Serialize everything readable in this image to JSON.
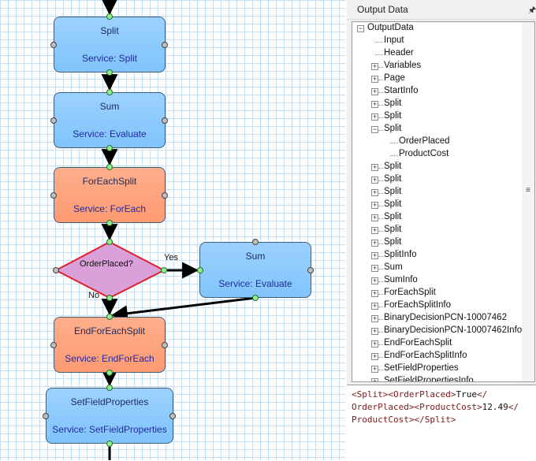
{
  "panel": {
    "title": "Output Data",
    "pin_icon": "pin-icon"
  },
  "flow": {
    "nodes": [
      {
        "key": "split",
        "title": "Split",
        "service": "Service: Split"
      },
      {
        "key": "sum",
        "title": "Sum",
        "service": "Service: Evaluate"
      },
      {
        "key": "foreach",
        "title": "ForEachSplit",
        "service": "Service: ForEach"
      },
      {
        "key": "decision",
        "title": "OrderPlaced?"
      },
      {
        "key": "sum2",
        "title": "Sum",
        "service": "Service: Evaluate"
      },
      {
        "key": "endforeach",
        "title": "EndForEachSplit",
        "service": "Service: EndForEach"
      },
      {
        "key": "setfield",
        "title": "SetFieldProperties",
        "service": "Service: SetFieldProperties"
      }
    ],
    "yes_label": "Yes",
    "no_label": "No"
  },
  "tree": {
    "root": "OutputData",
    "items": [
      {
        "label": "Input",
        "expandable": false
      },
      {
        "label": "Header",
        "expandable": false
      },
      {
        "label": "Variables",
        "expandable": true
      },
      {
        "label": "Page",
        "expandable": true
      },
      {
        "label": "StartInfo",
        "expandable": true
      },
      {
        "label": "Split",
        "expandable": true
      },
      {
        "label": "Split",
        "expandable": true
      },
      {
        "label": "Split",
        "expandable": true,
        "expanded": true,
        "children": [
          "OrderPlaced",
          "ProductCost"
        ]
      },
      {
        "label": "Split",
        "expandable": true
      },
      {
        "label": "Split",
        "expandable": true
      },
      {
        "label": "Split",
        "expandable": true
      },
      {
        "label": "Split",
        "expandable": true
      },
      {
        "label": "Split",
        "expandable": true
      },
      {
        "label": "Split",
        "expandable": true
      },
      {
        "label": "Split",
        "expandable": true
      },
      {
        "label": "SplitInfo",
        "expandable": true
      },
      {
        "label": "Sum",
        "expandable": true
      },
      {
        "label": "SumInfo",
        "expandable": true
      },
      {
        "label": "ForEachSplit",
        "expandable": true
      },
      {
        "label": "ForEachSplitInfo",
        "expandable": true
      },
      {
        "label": "BinaryDecisionPCN-10007462",
        "expandable": true
      },
      {
        "label": "BinaryDecisionPCN-10007462Info",
        "expandable": true
      },
      {
        "label": "EndForEachSplit",
        "expandable": true
      },
      {
        "label": "EndForEachSplitInfo",
        "expandable": true
      },
      {
        "label": "SetFieldProperties",
        "expandable": true
      },
      {
        "label": "SetFieldPropertiesInfo",
        "expandable": true
      }
    ]
  },
  "xml_preview": {
    "lines": [
      [
        [
          "tag",
          "<Split><OrderPlaced>"
        ],
        [
          "val",
          "True"
        ],
        [
          "tag",
          "</"
        ]
      ],
      [
        [
          "tag",
          "OrderPlaced><ProductCost>"
        ],
        [
          "val",
          "12.49"
        ],
        [
          "tag",
          "</"
        ]
      ],
      [
        [
          "tag",
          "ProductCost></Split>"
        ]
      ]
    ]
  },
  "colors": {
    "node_blue": "#80c4fb",
    "node_orange": "#fd9a72",
    "decision_fill": "#d9a0d9",
    "decision_border": "#e0202a",
    "grid": "#c7dff5",
    "xml_tag": "#7a1a1a"
  }
}
